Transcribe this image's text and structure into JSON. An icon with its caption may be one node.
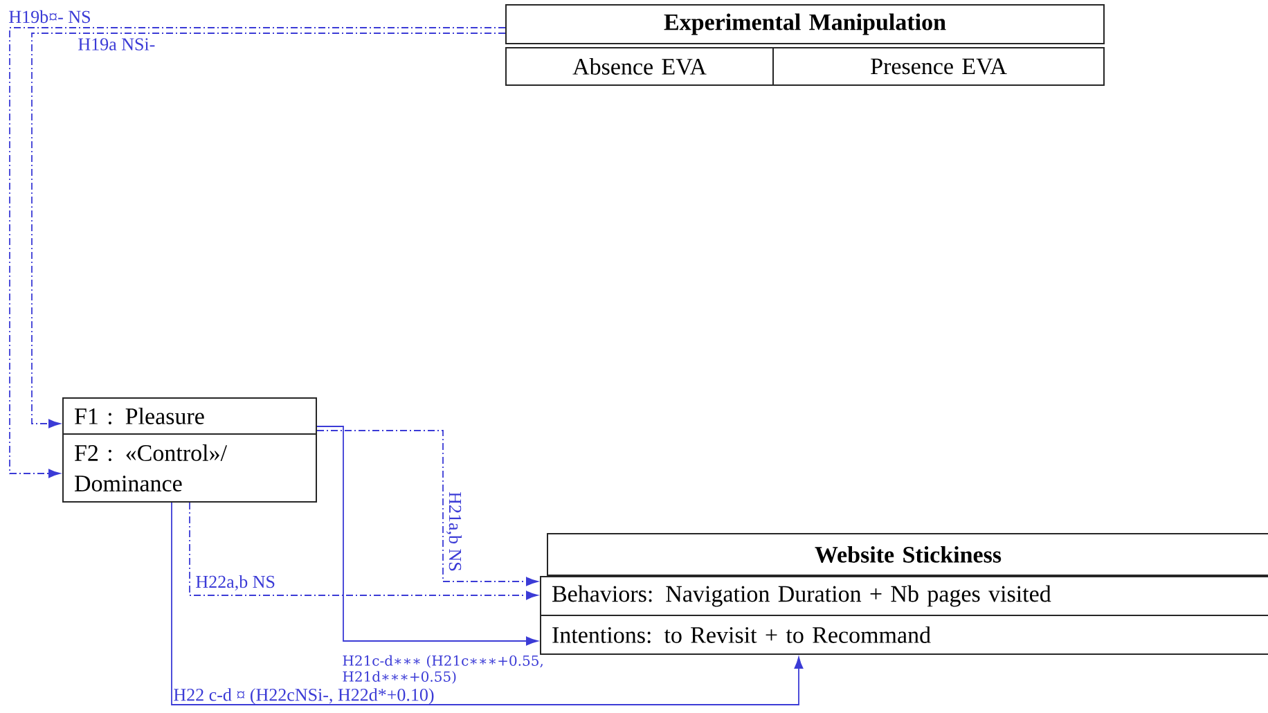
{
  "diagram": {
    "nodes": [
      {
        "text": [
          "Experimental Manipulation"
        ]
      },
      {
        "text": [
          "Absence EVA"
        ]
      },
      {
        "text": [
          "Presence EVA"
        ]
      },
      {
        "text": [
          "F1 : Pleasure"
        ]
      },
      {
        "text": [
          "F2 : «Control»/ Dominance"
        ]
      },
      {
        "text": [
          "Website Stickiness"
        ]
      },
      {
        "text": [
          "Behaviors: Navigation Duration + Nb pages visited"
        ]
      },
      {
        "text": [
          "Intentions: to Revisit + to Recommand"
        ]
      }
    ],
    "edges": [
      {
        "from": 0,
        "to": 4,
        "arrow": "to",
        "style": "dashed",
        "label": "H19b¤- NS"
      },
      {
        "from": 0,
        "to": 3,
        "arrow": "to",
        "style": "dashed",
        "label": "H19a NSi-"
      },
      {
        "from": 3,
        "to": 6,
        "arrow": "to",
        "style": "dashed",
        "label": "H21a,b NS"
      },
      {
        "from": 4,
        "to": 6,
        "arrow": "to",
        "style": "dashed",
        "label": "H22a,b NS"
      },
      {
        "from": 3,
        "to": 7,
        "arrow": "to",
        "label": "H21c-d∗∗∗ (H21c∗∗∗+0.55, H21d∗∗∗+0.55)"
      },
      {
        "from": 4,
        "to": 7,
        "arrow": "to",
        "label": "H22 c-d ¤ (H22cNSi-, H22d*+0.10)"
      }
    ]
  }
}
